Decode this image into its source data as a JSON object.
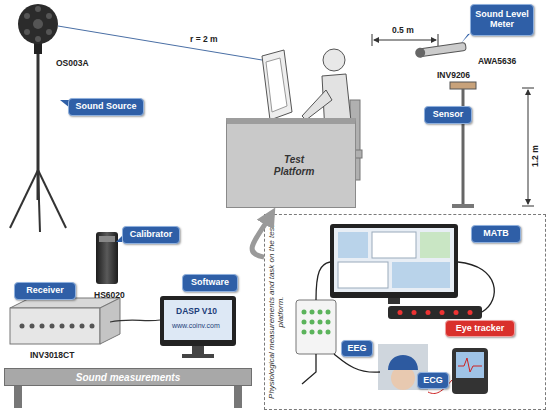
{
  "diagram": {
    "nodes": [
      {
        "text": [
          "Sound Source"
        ]
      },
      {
        "text": [
          "Test Platform"
        ]
      },
      {
        "text": [
          "Sound Level Meter"
        ]
      },
      {
        "text": [
          "Sensor"
        ]
      },
      {
        "text": [
          "Calibrator"
        ]
      },
      {
        "text": [
          "Receiver"
        ]
      },
      {
        "text": [
          "Software"
        ]
      },
      {
        "text": [
          "Sound measurements"
        ]
      },
      {
        "text": [
          "Physiological measurements and task on the test platform."
        ]
      },
      {
        "text": [
          "MATB"
        ],
        "in": 8
      },
      {
        "text": [
          "Eye tracker"
        ],
        "in": 8
      },
      {
        "text": [
          "EEG"
        ],
        "in": 8
      },
      {
        "text": [
          "ECG"
        ],
        "in": 8
      }
    ],
    "edges": [
      {
        "from": 8,
        "to": 1,
        "arrow": "to"
      }
    ],
    "labels": [
      "OS003A",
      "r = 2 m",
      "0.5 m",
      "AWA5636",
      "INV9206",
      "1.2 m",
      "HS6020",
      "DASP V10",
      "www.coinv.com",
      "INV3018CT"
    ]
  }
}
